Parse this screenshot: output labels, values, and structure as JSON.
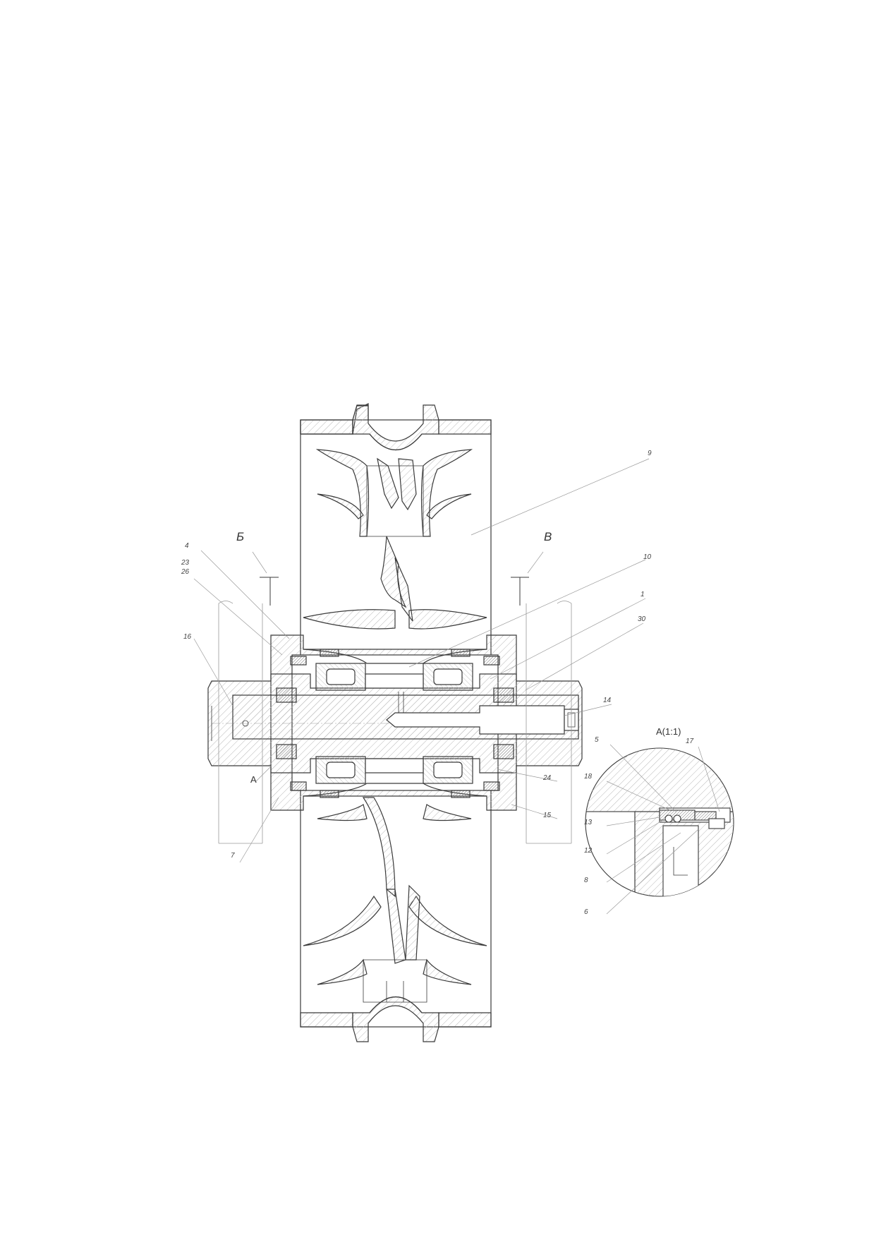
{
  "colors": {
    "line": "#3a3a3a",
    "thin": "#9a9a9a",
    "hatch": "#b8b8b8",
    "paper": "#ffffff"
  },
  "section_marks": {
    "b": "Б",
    "v": "В"
  },
  "detail": {
    "ref": "А",
    "title": "А(1:1)"
  },
  "callouts": {
    "p1": "1",
    "p4": "4",
    "p5": "5",
    "p6": "6",
    "p7": "7",
    "p8": "8",
    "p9": "9",
    "p10": "10",
    "p12": "12",
    "p13": "13",
    "p14": "14",
    "p15": "15",
    "p16": "16",
    "p17": "17",
    "p18": "18",
    "p23": "23",
    "p24": "24",
    "p26": "26",
    "p30": "30"
  }
}
